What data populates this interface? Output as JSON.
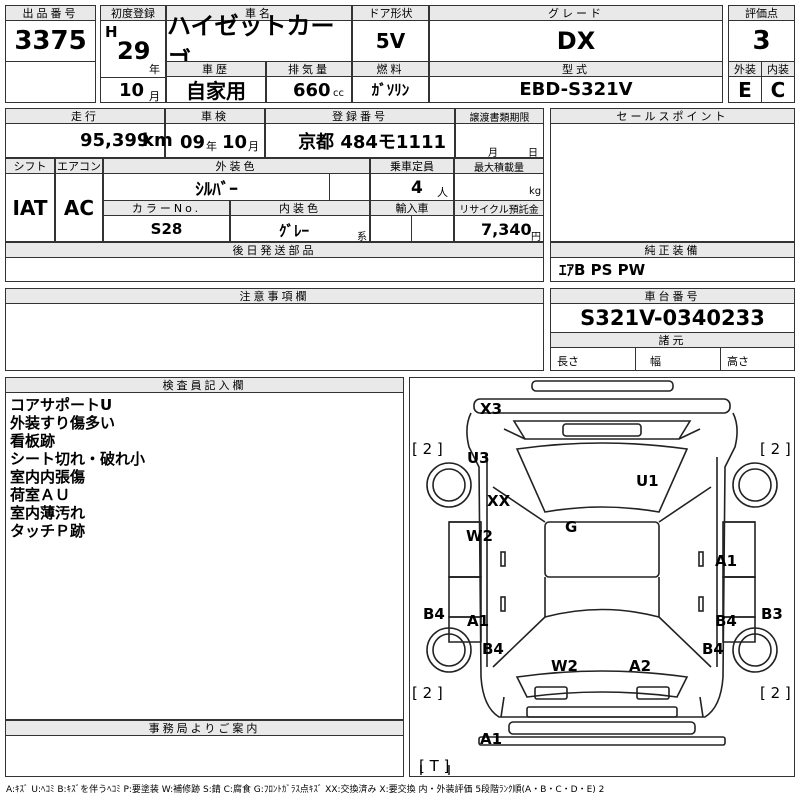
{
  "header": {
    "lot_label": "出品番号",
    "lot_no": "3375",
    "first_reg_label": "初度登録",
    "era": "H",
    "year": "29",
    "year_unit": "年",
    "month": "10",
    "month_unit": "月",
    "car_name_label": "車名",
    "car_name": "ハイゼットカーゴ",
    "door_label": "ドア形状",
    "door": "5V",
    "grade_label": "グレード",
    "grade": "DX",
    "score_label": "評価点",
    "score": "3",
    "history_label": "車歴",
    "history": "自家用",
    "disp_label": "排気量",
    "disp": "660",
    "disp_unit": "cc",
    "fuel_label": "燃料",
    "fuel": "ｶﾞｿﾘﾝ",
    "model_label": "型式",
    "model": "EBD-S321V",
    "ext_label": "外装",
    "ext": "E",
    "int_label": "内装",
    "int": "C"
  },
  "row2": {
    "mileage_label": "走行",
    "mileage": "95,399",
    "mileage_unit": "km",
    "inspection_label": "車検",
    "insp_year": "09",
    "insp_year_unit": "年",
    "insp_month": "10",
    "insp_month_unit": "月",
    "regno_label": "登録番号",
    "regno": "京都 484モ1111",
    "transfer_label": "譲渡書類期限",
    "transfer_m": "月",
    "transfer_d": "日",
    "sales_label": "セールスポイント"
  },
  "row3": {
    "shift_label": "シフト",
    "shift": "IAT",
    "ac_label": "エアコン",
    "ac": "AC",
    "color_label": "外装色",
    "color": "ｼﾙﾊﾞｰ",
    "capacity_label": "乗車定員",
    "capacity": "4",
    "capacity_unit": "人",
    "load_label": "最大積載量",
    "load_unit": "kg",
    "colorno_label": "カラーNo.",
    "colorno": "S28",
    "interior_label": "内装色",
    "interior": "ｸﾞﾚｰ",
    "interior_unit": "系",
    "import_label": "輸入車",
    "recycle_label": "リサイクル預託金",
    "recycle": "7,340",
    "recycle_unit": "円"
  },
  "parts": {
    "later_label": "後日発送部品",
    "equip_label": "純正装備",
    "equip": "ｴｱB PS PW"
  },
  "notes_label": "注意事項欄",
  "chassis": {
    "label": "車台番号",
    "value": "S321V-0340233",
    "dim_label": "諸元",
    "len": "長さ",
    "wid": "幅",
    "hgt": "高さ"
  },
  "inspector": {
    "label": "検査員記入欄",
    "lines": [
      "コアサポートU",
      "外装すり傷多い",
      "看板跡",
      "シート切れ・破れ小",
      "室内内張傷",
      "荷室ＡＵ",
      "室内薄汚れ",
      "タッチＰ跡"
    ]
  },
  "office_label": "事務局よりご案内",
  "diagram": {
    "marks": [
      "X3",
      "U3",
      "U1",
      "XX",
      "G",
      "W2",
      "A1",
      "B4",
      "A1",
      "B4",
      "B3",
      "B4",
      "W2",
      "A2",
      "B4",
      "A1"
    ],
    "tires": [
      "[ 2 ]",
      "[ 2 ]",
      "[ 2 ]",
      "[ 2 ]",
      "[ T ]"
    ]
  },
  "legend": "A:ｷｽﾞ U:ﾍｺﾐ B:ｷｽﾞを伴うﾍｺﾐ P:要塗装 W:補修跡 S:錆 C:腐食 G:ﾌﾛﾝﾄｶﾞﾗｽ点ｷｽﾞ XX:交換済み X:要交換 内・外装評価 5段階ﾗﾝｸ順(A・B・C・D・E) 2"
}
